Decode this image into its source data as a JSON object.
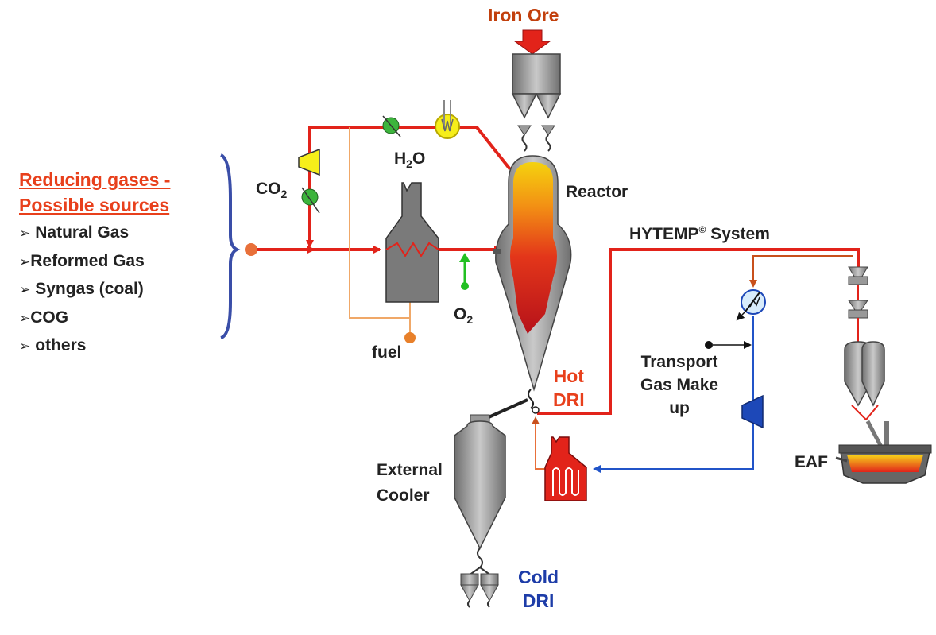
{
  "title": "Iron Ore",
  "labels": {
    "reducing_line1": "Reducing gases -",
    "reducing_line2": "Possible sources",
    "co2": "CO",
    "h2o_h": "H",
    "h2o_o": "O",
    "o2": "O",
    "sub2": "2",
    "fuel": "fuel",
    "reactor": "Reactor",
    "hytemp": "HYTEMP",
    "hytemp_mark": "©",
    "hytemp_system": " System",
    "hot_line1": "Hot",
    "hot_line2": "DRI",
    "transport_line1": "Transport",
    "transport_line2": "Gas Make",
    "transport_line3": "up",
    "external_line1": "External",
    "external_line2": "Cooler",
    "cold_line1": "Cold",
    "cold_line2": "DRI",
    "eaf": "EAF"
  },
  "sources": [
    {
      "bullet": "➢",
      "label": "Natural Gas"
    },
    {
      "bullet": "➢",
      "label": "Reformed Gas"
    },
    {
      "bullet": "➢",
      "label": "Syngas (coal)"
    },
    {
      "bullet": "➢",
      "label": "COG"
    },
    {
      "bullet": "➢",
      "label": "others"
    }
  ],
  "colors": {
    "red_line": "#e2231a",
    "orange_line": "#f0a868",
    "blue_line": "#2154c8",
    "steel": "#8f8f8f",
    "green_valve": "#3cb43c",
    "yellow_compressor": "#f6ee1a",
    "blue_compressor": "#1d48b8",
    "brace": "#3a4ea8",
    "title_red": "#e8401c",
    "cold_blue": "#1d3ca8"
  }
}
